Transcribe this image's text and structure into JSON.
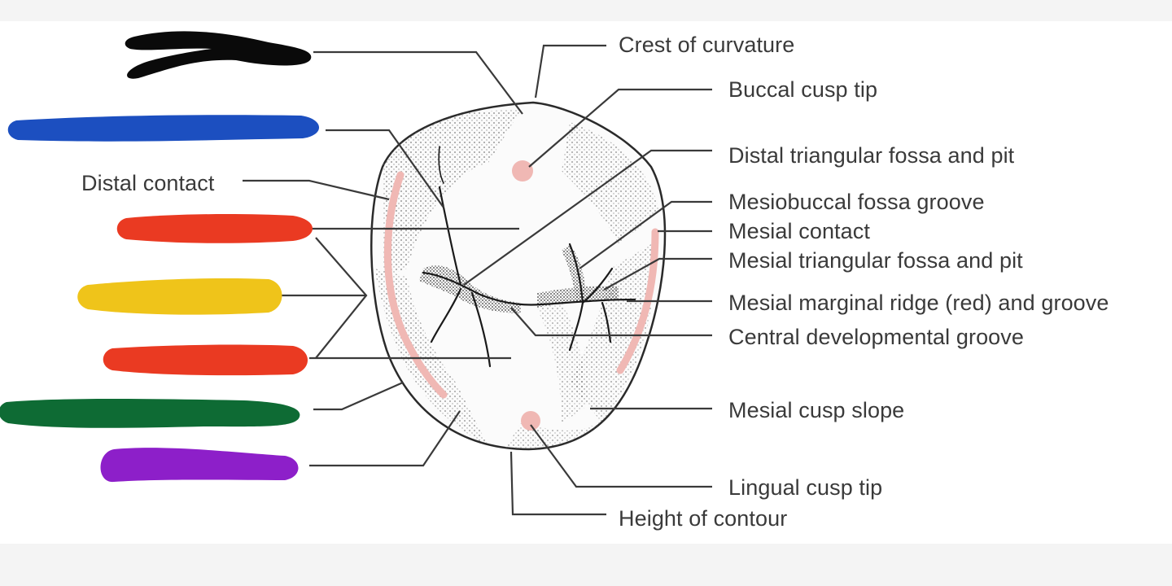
{
  "labels_right": [
    {
      "key": "crest",
      "text": "Crest of curvature"
    },
    {
      "key": "buccal-cusp-tip",
      "text": "Buccal cusp tip"
    },
    {
      "key": "distal-triangular-fossa",
      "text": "Distal triangular fossa and pit"
    },
    {
      "key": "mesiobuccal-groove",
      "text": "Mesiobuccal fossa groove"
    },
    {
      "key": "mesial-contact",
      "text": "Mesial contact"
    },
    {
      "key": "mesial-triangular-fossa",
      "text": "Mesial triangular fossa and pit"
    },
    {
      "key": "mesial-marginal-ridge",
      "text": "Mesial marginal ridge (red) and groove"
    },
    {
      "key": "central-groove",
      "text": "Central developmental groove"
    },
    {
      "key": "mesial-cusp-slope",
      "text": "Mesial cusp slope"
    },
    {
      "key": "lingual-cusp-tip",
      "text": "Lingual cusp tip"
    },
    {
      "key": "height-of-contour",
      "text": "Height of contour"
    }
  ],
  "labels_left": [
    {
      "key": "distal-contact",
      "text": "Distal contact"
    }
  ],
  "redaction_marks": [
    {
      "key": "black",
      "color": "#0a0a0a"
    },
    {
      "key": "blue",
      "color": "#1c4fc0"
    },
    {
      "key": "red-1",
      "color": "#ea3a22"
    },
    {
      "key": "yellow",
      "color": "#efc41a"
    },
    {
      "key": "red-2",
      "color": "#ea3a22"
    },
    {
      "key": "green",
      "color": "#0e6b34"
    },
    {
      "key": "purple",
      "color": "#8d1fc9"
    }
  ],
  "colors": {
    "marginal_ridge": "#f0b8b4",
    "cusp_tip": "#f0b8b4",
    "leader_line": "#3a3a3a"
  }
}
